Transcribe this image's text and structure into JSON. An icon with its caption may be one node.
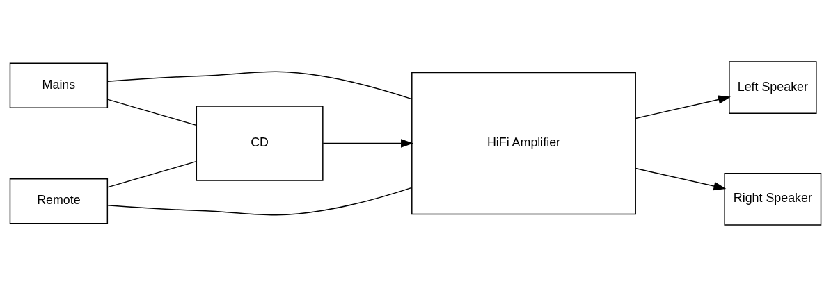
{
  "diagram": {
    "nodes": [
      {
        "text": [
          "Mains"
        ]
      },
      {
        "text": [
          "Remote"
        ]
      },
      {
        "text": [
          "CD"
        ]
      },
      {
        "text": [
          "HiFi Amplifier"
        ]
      },
      {
        "text": [
          "Left Speaker"
        ]
      },
      {
        "text": [
          "Right Speaker"
        ]
      }
    ],
    "edges": [
      {
        "from": 0,
        "to": 2,
        "arrow": "none"
      },
      {
        "from": 0,
        "to": 3,
        "arrow": "none"
      },
      {
        "from": 1,
        "to": 2,
        "arrow": "none"
      },
      {
        "from": 1,
        "to": 3,
        "arrow": "none"
      },
      {
        "from": 2,
        "to": 3,
        "arrow": "to"
      },
      {
        "from": 3,
        "to": 4,
        "arrow": "to"
      },
      {
        "from": 3,
        "to": 5,
        "arrow": "to"
      }
    ]
  }
}
